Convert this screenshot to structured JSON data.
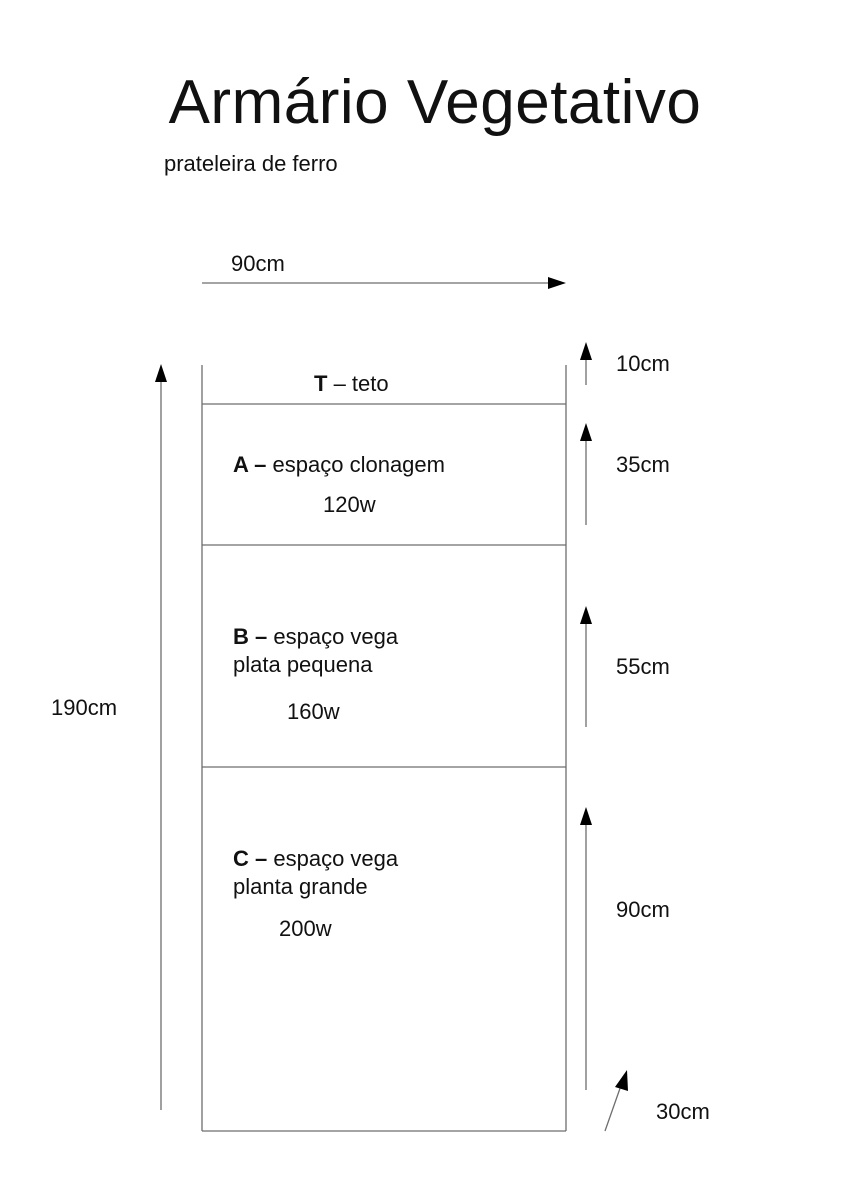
{
  "title": "Armário Vegetativo",
  "subtitle": "prateleira de ferro",
  "dimensions": {
    "width": "90cm",
    "height": "190cm",
    "depth": "30cm"
  },
  "sections": {
    "T": {
      "letter": "T",
      "dash": " – ",
      "name": "teto",
      "height": "10cm"
    },
    "A": {
      "letter": "A –",
      "name": " espaço clonagem",
      "line2": "",
      "power": "120w",
      "height": "35cm"
    },
    "B": {
      "letter": "B –",
      "name": " espaço  vega",
      "line2": "plata pequena",
      "power": "160w",
      "height": "55cm"
    },
    "C": {
      "letter": "C –",
      "name": " espaço vega",
      "line2": "planta grande",
      "power": "200w",
      "height": "90cm"
    }
  },
  "colors": {
    "lines": "#6e6e6e",
    "arrows": "#000000",
    "text": "#111111"
  }
}
